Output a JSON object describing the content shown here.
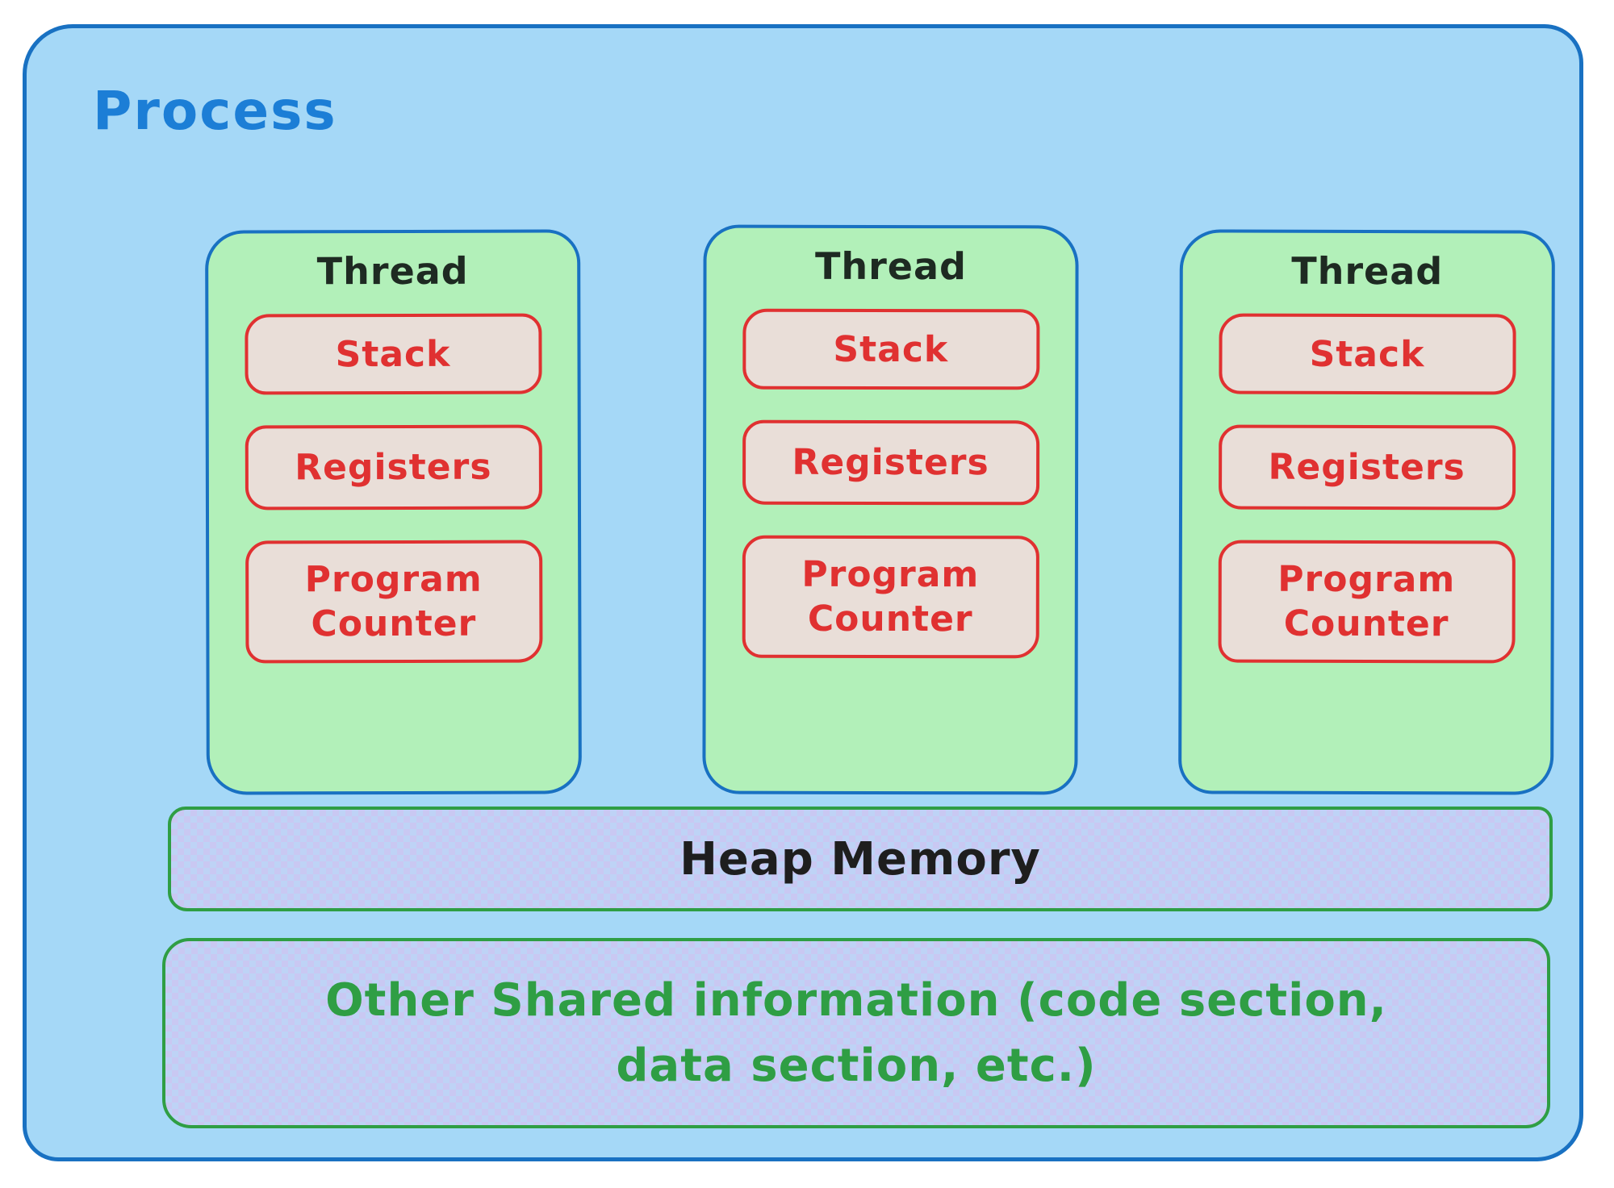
{
  "colors": {
    "process-fill": "#a5d8f7",
    "process-border": "#1971c2",
    "process-title": "#1c7ed6",
    "thread-fill": "#b2f0b9",
    "thread-border": "#1971c2",
    "thread-title": "#1e2a22",
    "item-fill": "#e9ded8",
    "item-border": "#e03131",
    "item-text": "#e03131",
    "bar-border": "#2f9e44",
    "bar-fill-a": "#c9c8f2",
    "bar-fill-b": "#bed3f6",
    "heap-text": "#1e1e1e",
    "shared-text": "#2f9e44"
  },
  "process": {
    "label": "Process"
  },
  "threads": [
    {
      "label": "Thread",
      "items": [
        "Stack",
        "Registers",
        "Program Counter"
      ]
    },
    {
      "label": "Thread",
      "items": [
        "Stack",
        "Registers",
        "Program Counter"
      ]
    },
    {
      "label": "Thread",
      "items": [
        "Stack",
        "Registers",
        "Program Counter"
      ]
    }
  ],
  "heap": {
    "label": "Heap Memory"
  },
  "shared": {
    "label_line1": "Other Shared information (code section,",
    "label_line2": "data section, etc.)"
  }
}
